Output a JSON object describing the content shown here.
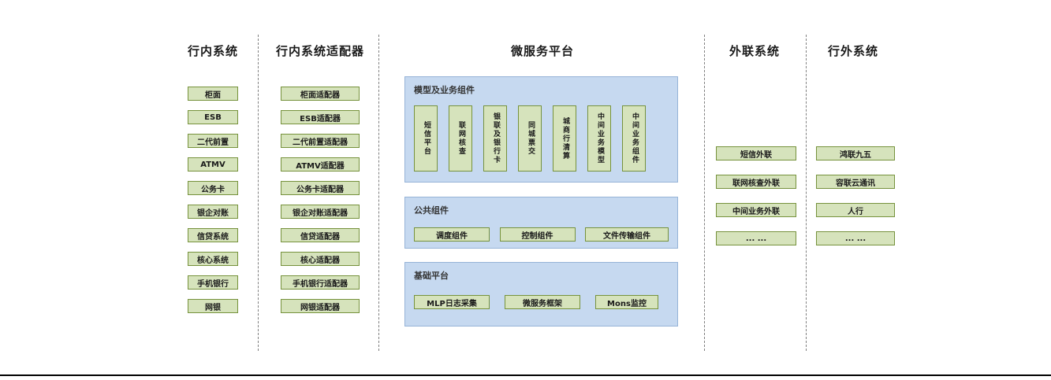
{
  "columns": [
    {
      "id": "internal-systems",
      "title": "行内系统",
      "items": [
        "柜面",
        "ESB",
        "二代前置",
        "ATMV",
        "公务卡",
        "银企对账",
        "信贷系统",
        "核心系统",
        "手机银行",
        "网银"
      ]
    },
    {
      "id": "internal-system-adapters",
      "title": "行内系统适配器",
      "items": [
        "柜面适配器",
        "ESB适配器",
        "二代前置适配器",
        "ATMV适配器",
        "公务卡适配器",
        "银企对账适配器",
        "信贷适配器",
        "核心适配器",
        "手机银行适配器",
        "网银适配器"
      ]
    },
    {
      "id": "microservice-platform",
      "title": "微服务平台",
      "panels": [
        {
          "id": "model-business-components",
          "title": "模型及业务组件",
          "orientation": "vertical",
          "items": [
            "短信平台",
            "联网核查",
            "银联及银行卡",
            "同城票交",
            "城商行清算",
            "中间业务模型",
            "中间业务组件"
          ]
        },
        {
          "id": "common-components",
          "title": "公共组件",
          "orientation": "horizontal",
          "items": [
            "调度组件",
            "控制组件",
            "文件传输组件"
          ]
        },
        {
          "id": "base-platform",
          "title": "基础平台",
          "orientation": "horizontal",
          "items": [
            "MLP日志采集",
            "微服务框架",
            "Mons监控"
          ]
        }
      ]
    },
    {
      "id": "external-link-systems",
      "title": "外联系统",
      "items": [
        "短信外联",
        "联网核查外联",
        "中间业务外联",
        "... ..."
      ]
    },
    {
      "id": "outside-bank-systems",
      "title": "行外系统",
      "items": [
        "鸿联九五",
        "容联云通讯",
        "人行",
        "... ..."
      ]
    }
  ],
  "colors": {
    "box_fill": "#d6e3bc",
    "box_border": "#76923c",
    "panel_fill": "#c6d9f0",
    "panel_border": "#95b3d7"
  }
}
